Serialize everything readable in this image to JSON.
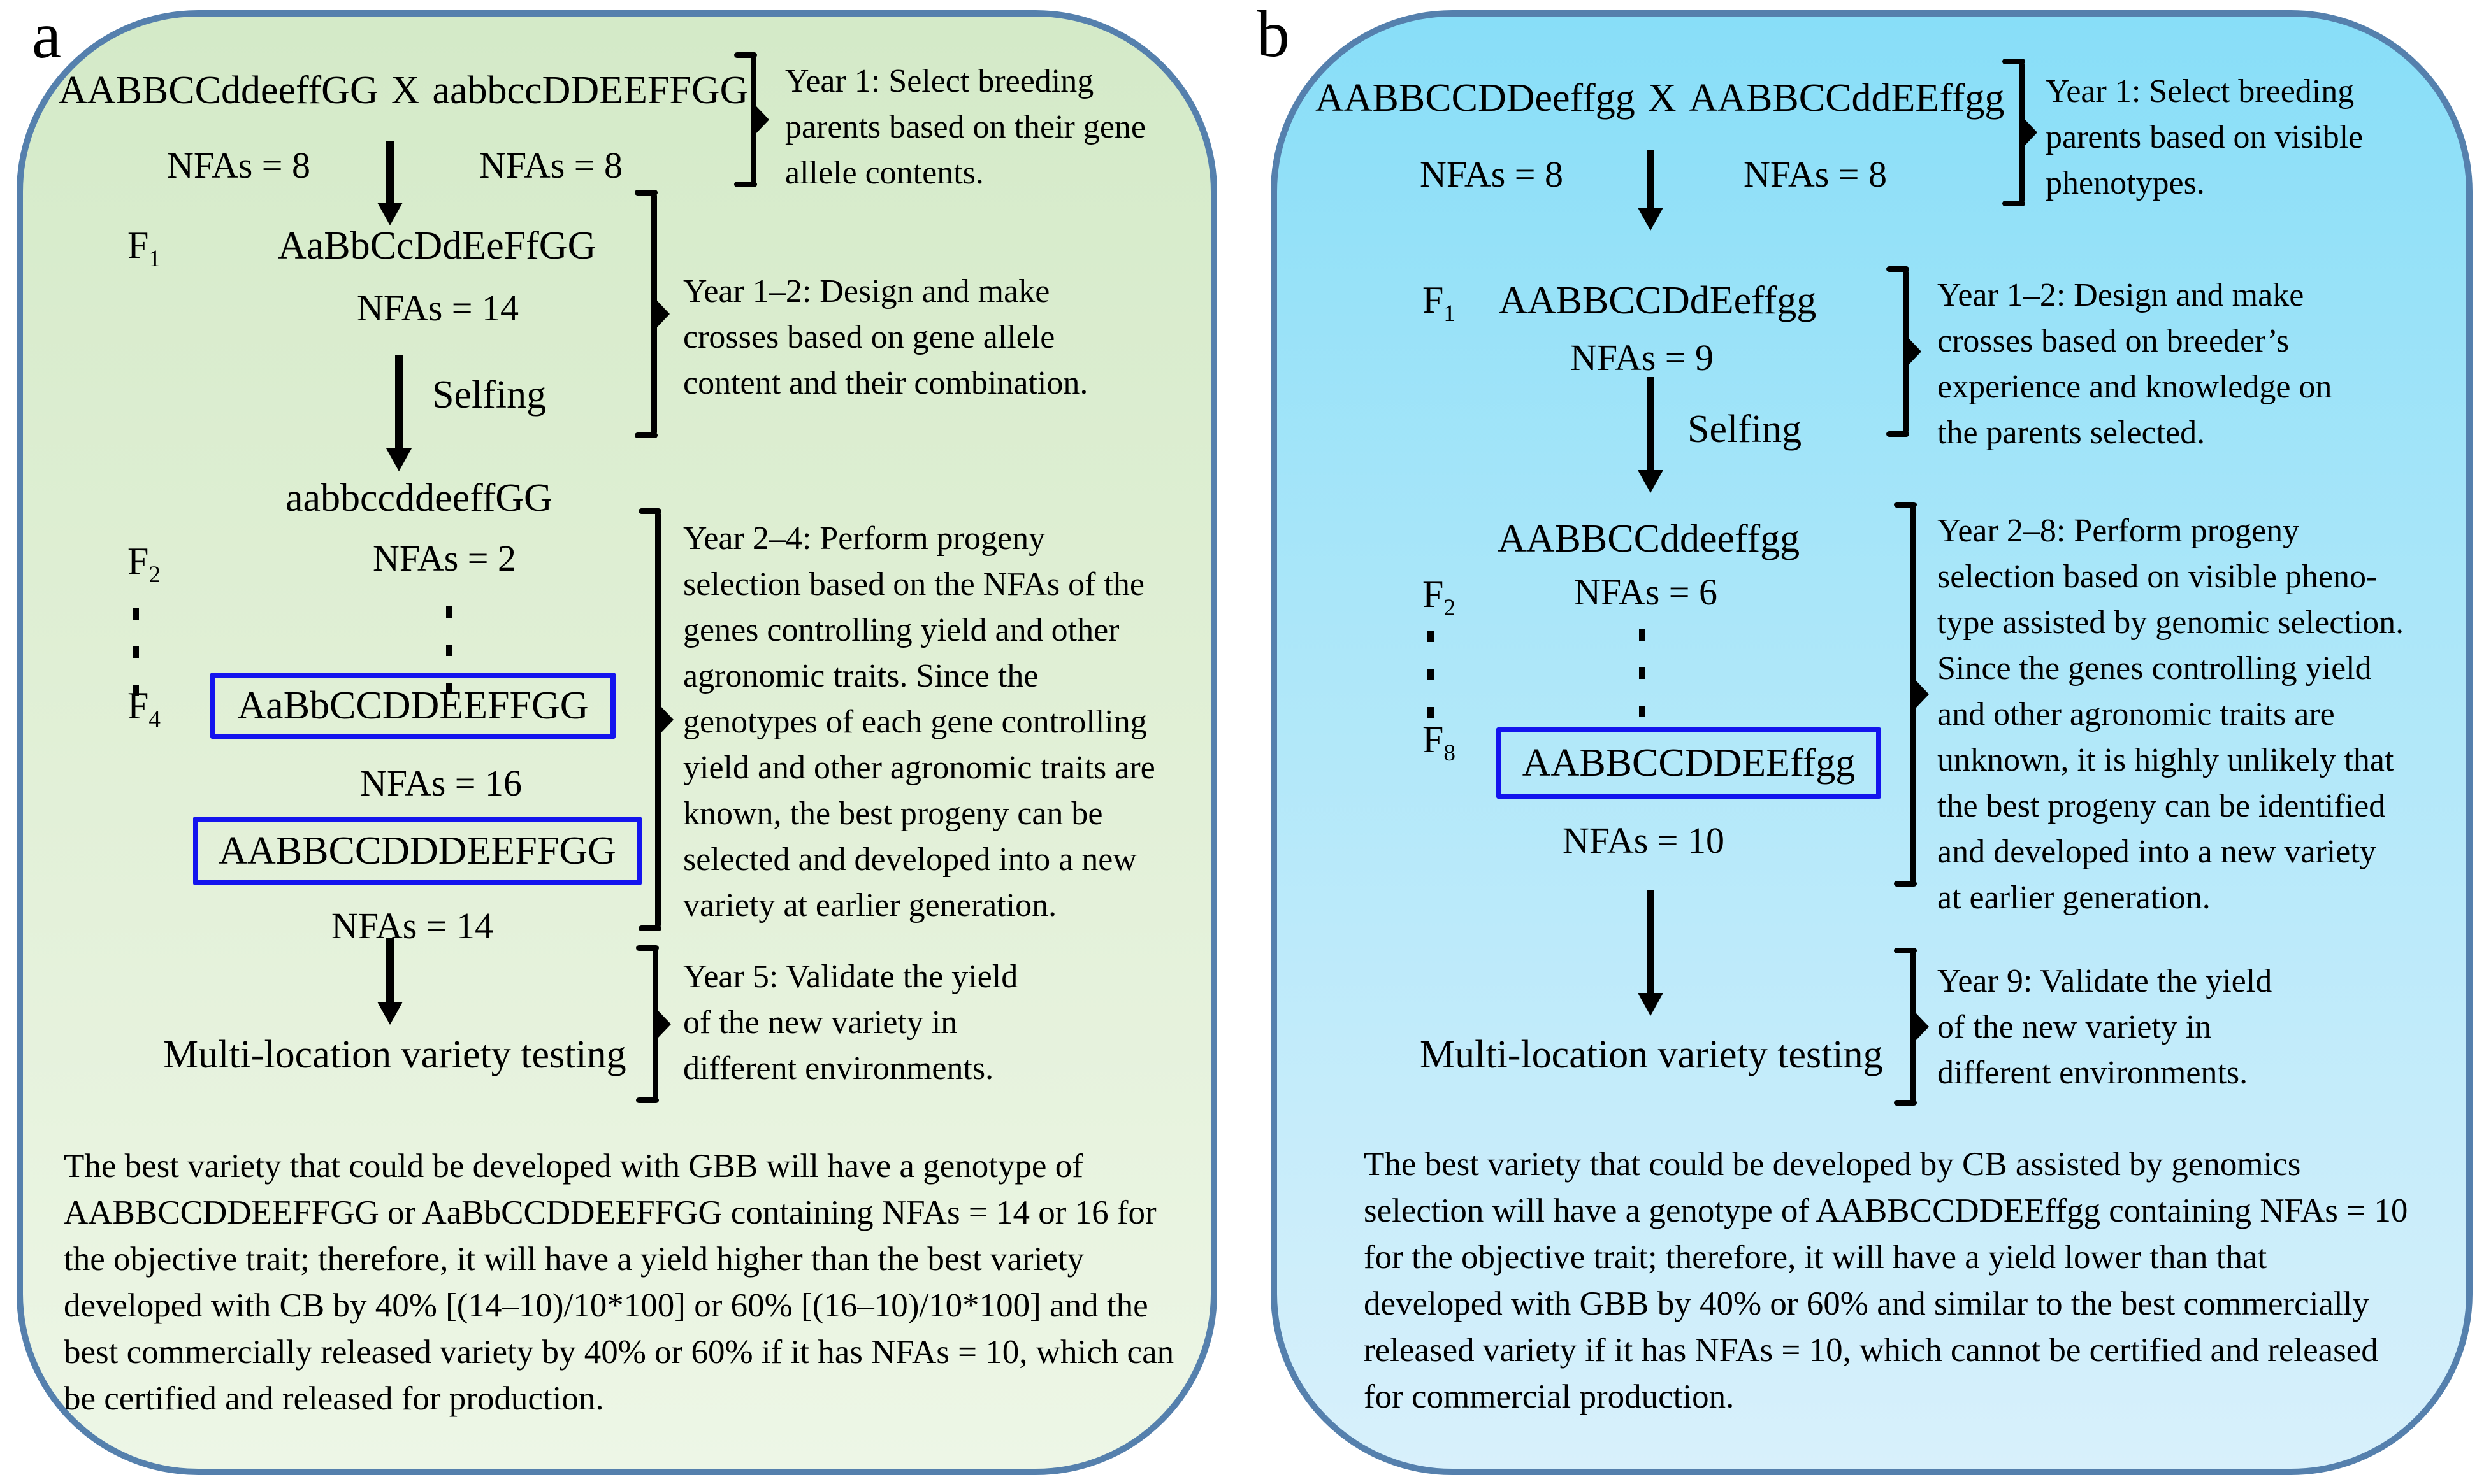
{
  "figure": {
    "panel_a": {
      "label": "a",
      "parents": {
        "left_genotype": "AABBCCddeeffGG",
        "cross": "X",
        "right_genotype": "aabbccDDEEFFGG",
        "left_nfa": "NFAs = 8",
        "right_nfa": "NFAs = 8"
      },
      "year1_note": [
        "Year 1: Select breeding",
        "parents based on their gene",
        "allele contents."
      ],
      "f1": {
        "gen": "F",
        "sub": "1",
        "genotype": "AaBbCcDdEeFfGG",
        "nfa": "NFAs = 14"
      },
      "selfing": "Selfing",
      "year12_note": [
        "Year 1–2: Design and make",
        "crosses based on gene allele",
        "content and their combination."
      ],
      "f2": {
        "gen": "F",
        "sub": "2",
        "genotype": "aabbccddeeffGG",
        "nfa": "NFAs = 2"
      },
      "f4": {
        "gen": "F",
        "sub": "4",
        "genotype": "AaBbCCDDEEFFGG",
        "nfa": "NFAs = 16"
      },
      "year24_note": [
        "Year 2–4: Perform progeny",
        "selection based on the NFAs of the",
        "genes controlling yield and other",
        "agronomic traits. Since the",
        "genotypes of each gene controlling",
        "yield and other agronomic traits are",
        "known, the best progeny can be",
        "selected and developed into a new",
        "variety at earlier generation."
      ],
      "final": {
        "genotype": "AABBCCDDDEEFFGG",
        "nfa": "NFAs = 14"
      },
      "multi_location": "Multi-location variety testing",
      "year5_note": [
        "Year 5: Validate the yield",
        "of the new variety in",
        "different environments."
      ],
      "summary": "The best variety that could be developed with GBB will have a genotype of AABBCCDDEEFFGG or AaBbCCDDEEFFGG containing NFAs = 14 or 16 for the objective trait; therefore, it will have a yield higher than the best variety developed with CB by 40% [(14–10)/10*100] or 60% [(16–10)/10*100] and the best commercially released variety by 40% or 60% if it has NFAs = 10, which can be certified and released for production."
    },
    "panel_b": {
      "label": "b",
      "parents": {
        "left_genotype": "AABBCCDDeeffgg",
        "cross": "X",
        "right_genotype": "AABBCCddEEffgg",
        "left_nfa": "NFAs = 8",
        "right_nfa": "NFAs = 8"
      },
      "year1_note": [
        "Year 1: Select breeding",
        "parents based on visible",
        "phenotypes."
      ],
      "f1": {
        "gen": "F",
        "sub": "1",
        "genotype": "AABBCCDdEeffgg",
        "nfa": "NFAs = 9"
      },
      "selfing": "Selfing",
      "year12_note": [
        "Year 1–2: Design and make",
        "crosses based on breeder’s",
        "experience and knowledge on",
        "the parents selected."
      ],
      "f2": {
        "gen": "F",
        "sub": "2",
        "genotype": "AABBCCddeeffgg",
        "nfa": "NFAs = 6"
      },
      "f8": {
        "gen": "F",
        "sub": "8",
        "genotype": "AABBCCDDEEffgg",
        "nfa": "NFAs = 10"
      },
      "year28_note": [
        "Year 2–8: Perform progeny",
        "selection based on visible pheno-",
        "type assisted by genomic selection.",
        "Since the genes controlling yield",
        "and other agronomic traits are",
        "unknown, it is highly unlikely that",
        "the best progeny can be identified",
        "and developed into a new variety",
        "at earlier generation."
      ],
      "multi_location": "Multi-location variety testing",
      "year9_note": [
        "Year 9: Validate the yield",
        "of the new variety in",
        "different environments."
      ],
      "summary": "The best variety that could be developed by CB assisted by genomics selection will have a genotype of AABBCCDDEEffgg containing NFAs = 10 for the objective trait; therefore, it will have a yield lower than that developed with GBB by 40% or 60% and similar to the best commercially released variety if it has NFAs = 10, which cannot be certified and released for commercial production."
    }
  },
  "colors": {
    "panel_a_fill_top": "#d4eac8",
    "panel_a_fill_bottom": "#edf6e6",
    "panel_b_fill_top": "#88def8",
    "panel_b_fill_bottom": "#d8f0fb",
    "panel_border": "#5580ad",
    "highlight_box_border": "#1414ee",
    "text": "#000000"
  }
}
